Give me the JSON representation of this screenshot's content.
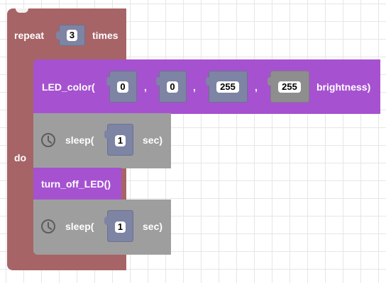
{
  "repeat_block": {
    "label_repeat": "repeat",
    "count": "3",
    "label_times": "times",
    "label_do": "do"
  },
  "led_color_block": {
    "label": "LED_color(",
    "arg1": "0",
    "sep1": ",",
    "arg2": "0",
    "sep2": ",",
    "arg3": "255",
    "sep3": ",",
    "arg4": "255",
    "suffix": "brightness)"
  },
  "sleep_block_1": {
    "icon": "clock-icon",
    "label": "sleep(",
    "value": "1",
    "suffix": "sec)"
  },
  "turn_off_block": {
    "label": "turn_off_LED()"
  },
  "sleep_block_2": {
    "icon": "clock-icon",
    "label": "sleep(",
    "value": "1",
    "suffix": "sec)"
  },
  "colors": {
    "repeat": "#a76466",
    "purple": "#a652d0",
    "gray": "#9e9e9e",
    "slot": "#7d84a4"
  }
}
